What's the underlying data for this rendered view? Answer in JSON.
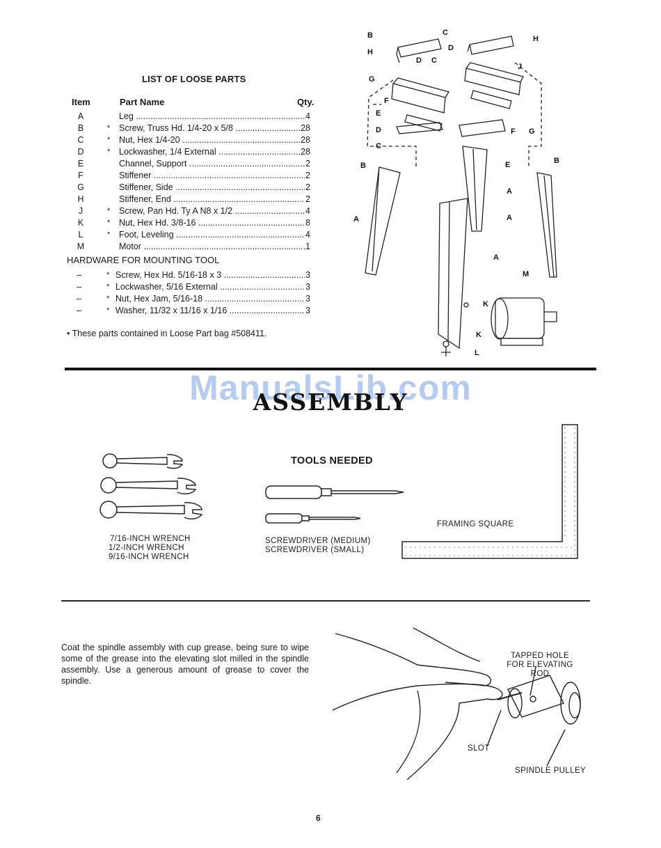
{
  "loose_parts": {
    "title": "LIST OF LOOSE PARTS",
    "headers": {
      "item": "Item",
      "part_name": "Part Name",
      "qty": "Qty."
    },
    "rows": [
      {
        "item": "A",
        "star": "",
        "name": "Leg",
        "qty": "4"
      },
      {
        "item": "B",
        "star": "*",
        "name": "Screw, Truss Hd. 1/4-20 x 5/8",
        "qty": "28"
      },
      {
        "item": "C",
        "star": "*",
        "name": "Nut, Hex 1/4-20",
        "qty": "28"
      },
      {
        "item": "D",
        "star": "*",
        "name": "Lockwasher, 1/4 External",
        "qty": "28"
      },
      {
        "item": "E",
        "star": "",
        "name": "Channel, Support",
        "qty": "2"
      },
      {
        "item": "F",
        "star": "",
        "name": "Stiffener",
        "qty": "2"
      },
      {
        "item": "G",
        "star": "",
        "name": "Stiffener, Side",
        "qty": "2"
      },
      {
        "item": "H",
        "star": "",
        "name": "Stiffener, End",
        "qty": "2"
      },
      {
        "item": "J",
        "star": "*",
        "name": "Screw, Pan Hd. Ty A N8 x 1/2",
        "qty": "4"
      },
      {
        "item": "K",
        "star": "*",
        "name": "Nut, Hex Hd. 3/8-16",
        "qty": "8"
      },
      {
        "item": "L",
        "star": "*",
        "name": "Foot, Leveling",
        "qty": "4"
      },
      {
        "item": "M",
        "star": "",
        "name": "Motor",
        "qty": "1"
      }
    ],
    "hardware_title": "HARDWARE FOR MOUNTING TOOL",
    "hardware_rows": [
      {
        "dash": "–",
        "star": "*",
        "name": "Screw, Hex Hd. 5/16-18 x 3",
        "qty": "3"
      },
      {
        "dash": "–",
        "star": "*",
        "name": "Lockwasher, 5/16 External",
        "qty": "3"
      },
      {
        "dash": "–",
        "star": "*",
        "name": "Nut, Hex Jam, 5/16-18",
        "qty": "3"
      },
      {
        "dash": "–",
        "star": "*",
        "name": "Washer, 11/32 x 11/16 x 1/16",
        "qty": "3"
      }
    ],
    "footnote": "•  These parts contained in Loose Part bag #508411."
  },
  "exploded_labels": [
    "A",
    "B",
    "C",
    "D",
    "E",
    "F",
    "G",
    "H",
    "J",
    "K",
    "L",
    "M"
  ],
  "watermark": "ManualsLib.com",
  "heading": "ASSEMBLY",
  "tools": {
    "title": "TOOLS NEEDED",
    "wrenches": [
      "7/16-INCH WRENCH",
      "1/2-INCH WRENCH",
      "9/16-INCH WRENCH"
    ],
    "screwdrivers": [
      "SCREWDRIVER (MEDIUM)",
      "SCREWDRIVER (SMALL)"
    ],
    "square": "FRAMING SQUARE"
  },
  "instruction": "Coat the spindle assembly with cup grease, being sure to wipe some of the grease into the elevating slot milled in the spindle assembly. Use a generous amount of grease to cover the spindle.",
  "callouts": {
    "tapped_hole": "TAPPED HOLE FOR ELEVATING ROD",
    "slot": "SLOT",
    "pulley": "SPINDLE PULLEY"
  },
  "page_number": "6"
}
